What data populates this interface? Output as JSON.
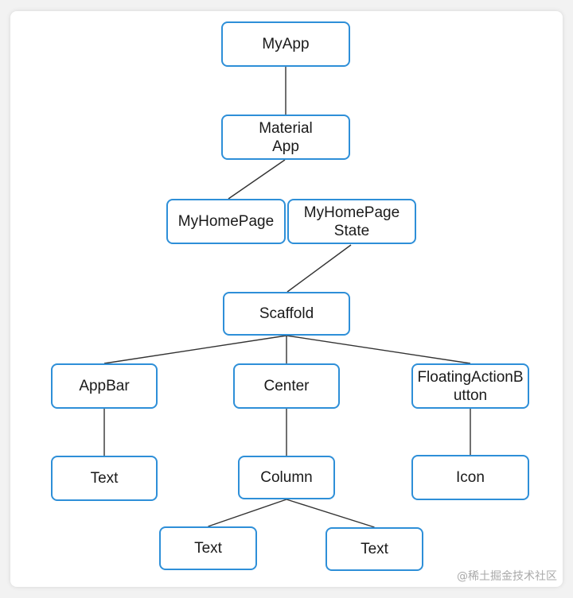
{
  "diagram": {
    "nodes": {
      "myapp": "MyApp",
      "material_app": "Material\nApp",
      "myhomepage": "MyHomePage",
      "myhomepage_state": "MyHomePage\nState",
      "scaffold": "Scaffold",
      "appbar": "AppBar",
      "center": "Center",
      "fab": "FloatingActionB\nutton",
      "text_appbar": "Text",
      "column": "Column",
      "icon": "Icon",
      "text_left": "Text",
      "text_right": "Text"
    },
    "edges": [
      [
        "myapp",
        "material_app"
      ],
      [
        "material_app",
        "myhomepage"
      ],
      [
        "myhomepage_state",
        "scaffold"
      ],
      [
        "scaffold",
        "appbar"
      ],
      [
        "scaffold",
        "center"
      ],
      [
        "scaffold",
        "fab"
      ],
      [
        "appbar",
        "text_appbar"
      ],
      [
        "center",
        "column"
      ],
      [
        "fab",
        "icon"
      ],
      [
        "column",
        "text_left"
      ],
      [
        "column",
        "text_right"
      ]
    ]
  },
  "watermark": "@稀土掘金技术社区",
  "colors": {
    "node_border": "#2e8fd8",
    "edge": "#333333"
  }
}
